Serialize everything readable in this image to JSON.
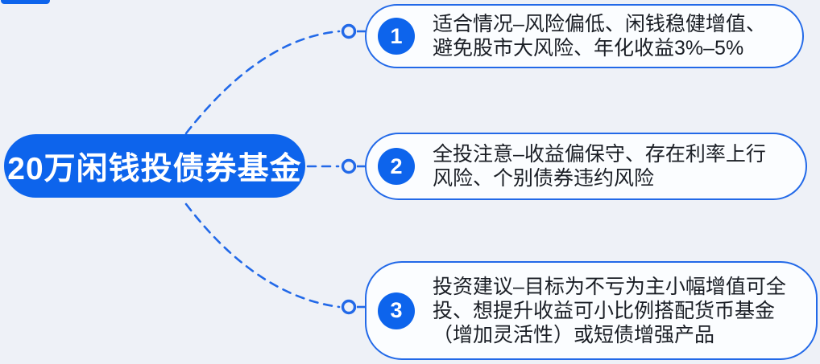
{
  "diagram": {
    "root": {
      "label": "20万闲钱投债券基金"
    },
    "branches": [
      {
        "number": "1",
        "lines": [
          "适合情况–风险偏低、闲钱稳健增值、",
          "避免股市大风险、年化收益3%–5%"
        ]
      },
      {
        "number": "2",
        "lines": [
          "全投注意–收益偏保守、存在利率上行",
          "风险、个别债券违约风险"
        ]
      },
      {
        "number": "3",
        "lines": [
          "投资建议–目标为不亏为主小幅增值可全",
          "投、想提升收益可小比例搭配货币基金",
          "（增加灵活性）或短债增强产品"
        ]
      }
    ],
    "colors": {
      "primary_blue": "#0d64ec",
      "stroke_blue": "#2269e8",
      "background": "#eef1f7",
      "box_background": "#fbfdff",
      "text_dark": "#1a1e25",
      "text_light": "#ffffff"
    }
  }
}
